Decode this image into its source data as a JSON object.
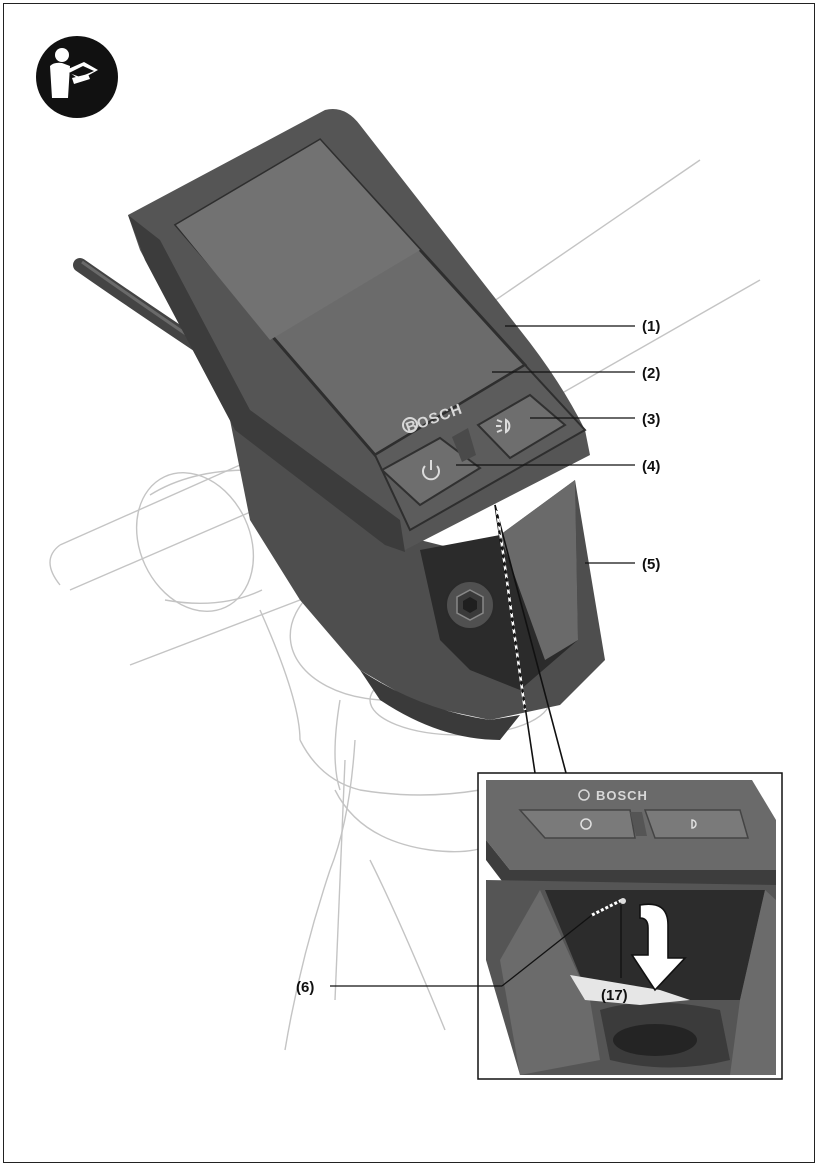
{
  "manual_icon": "read-instructions-icon",
  "device": {
    "brand": "BOSCH",
    "power_icon": "power-icon",
    "light_icon": "light-icon"
  },
  "callouts": {
    "c1": "(1)",
    "c2": "(2)",
    "c3": "(3)",
    "c4": "(4)",
    "c5": "(5)",
    "c6": "(6)",
    "c17": "(17)"
  },
  "detail": {
    "brand": "BOSCH"
  },
  "colors": {
    "device_body": "#5a5a5a",
    "device_dark": "#3f3f3f",
    "screen": "#6a6a6a",
    "line_art": "#b9b9b9",
    "text": "#111111"
  }
}
